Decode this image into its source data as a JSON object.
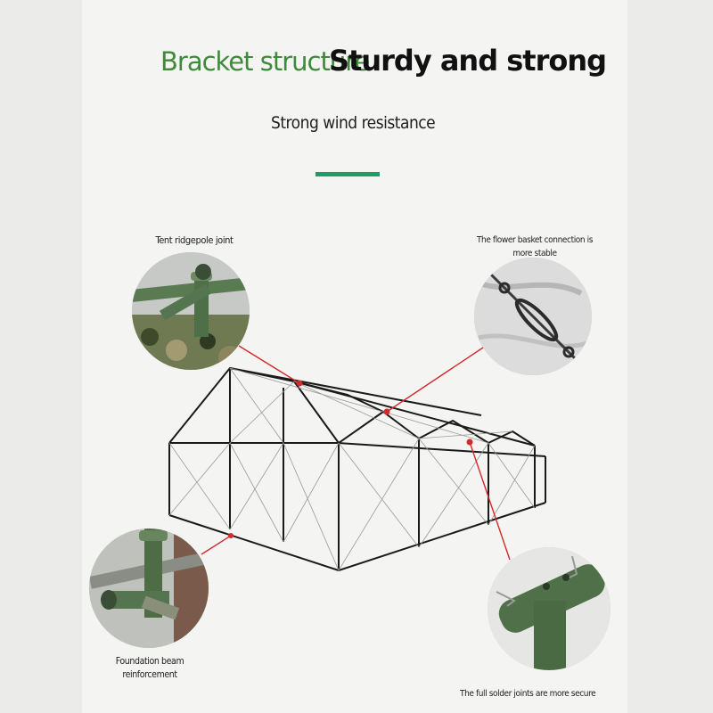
{
  "header": {
    "title_green": "Bracket structure",
    "title_black": "Sturdy and strong",
    "subtitle": "Strong wind resistance"
  },
  "callouts": {
    "ridgepole": "Tent ridgepole joint",
    "basket_line1": "The flower basket connection is",
    "basket_line2": "more stable",
    "foundation_line1": "Foundation beam",
    "foundation_line2": "reinforcement",
    "solder": "The full solder joints are more secure"
  },
  "colors": {
    "title_green": "#3e8a3a",
    "accent_bar": "#1c9e64",
    "leader_line": "#d42a2a",
    "frame_stroke": "#1a1a1a",
    "pipe_green": "#4d6b45"
  },
  "icons": [
    "tent-frame-illustration",
    "ridgepole-joint-photo",
    "flower-basket-photo",
    "foundation-beam-photo",
    "solder-joint-photo"
  ]
}
